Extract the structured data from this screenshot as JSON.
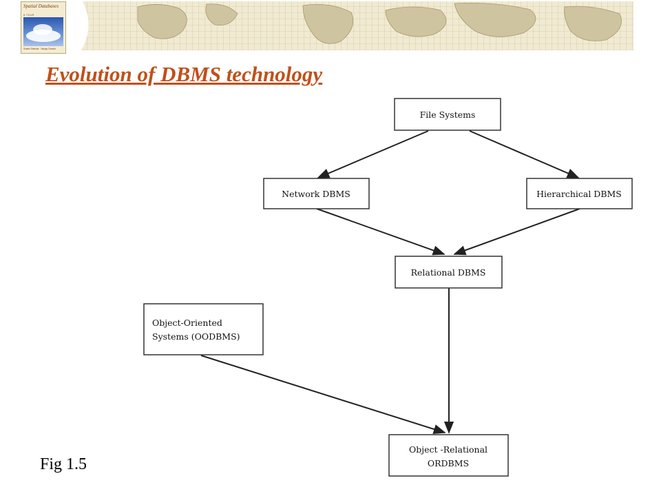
{
  "slide": {
    "title": "Evolution of DBMS technology",
    "caption": "Fig 1.5"
  },
  "book_cover": {
    "title": "Spatial Databases",
    "subtitle": "A TOUR",
    "authors": "Shashi Shekhar · Sanjay Chawla"
  },
  "colors": {
    "title": "#c0501a",
    "map_background": "#f1ead2",
    "map_land": "#cfc4a0",
    "node_border": "#333333"
  },
  "diagram": {
    "nodes": {
      "file_systems": "File Systems",
      "network_dbms": "Network DBMS",
      "hierarchical_dbms": "Hierarchical DBMS",
      "relational_dbms": "Relational DBMS",
      "oodbms_line1": "Object-Oriented",
      "oodbms_line2": "Systems (OODBMS)",
      "ordbms_line1": "Object -Relational",
      "ordbms_line2": "ORDBMS"
    },
    "edges": [
      [
        "File Systems",
        "Network DBMS"
      ],
      [
        "File Systems",
        "Hierarchical DBMS"
      ],
      [
        "Network DBMS",
        "Relational DBMS"
      ],
      [
        "Hierarchical DBMS",
        "Relational DBMS"
      ],
      [
        "Relational DBMS",
        "Object -Relational ORDBMS"
      ],
      [
        "Object-Oriented Systems (OODBMS)",
        "Object -Relational ORDBMS"
      ]
    ]
  }
}
